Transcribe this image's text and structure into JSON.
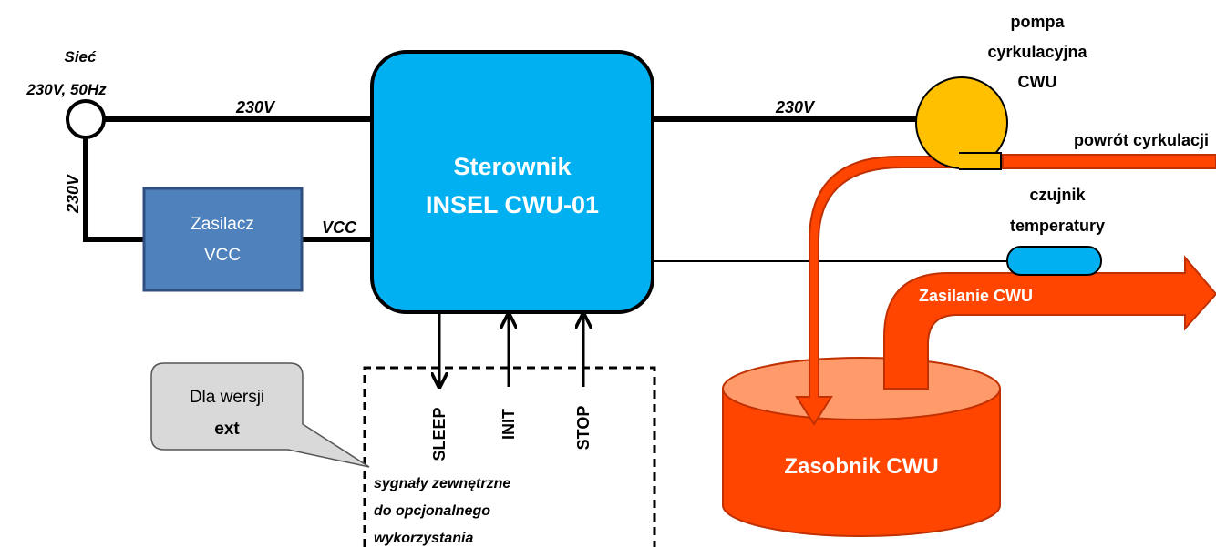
{
  "mains": {
    "title": "Sieć",
    "spec": "230V, 50Hz"
  },
  "lines": {
    "mains_to_controller": "230V",
    "mains_vertical": "230V",
    "controller_to_pump": "230V",
    "psu_to_controller": "VCC"
  },
  "psu": {
    "line1": "Zasilacz",
    "line2": "VCC"
  },
  "controller": {
    "line1": "Sterownik",
    "line2": "INSEL CWU-01"
  },
  "pump": {
    "line1": "pompa",
    "line2": "cyrkulacyjna",
    "line3": "CWU"
  },
  "return_pipe": "powrót cyrkulacji",
  "sensor": {
    "line1": "czujnik",
    "line2": "temperatury"
  },
  "supply_pipe": "Zasilanie CWU",
  "tank": "Zasobnik CWU",
  "signals": {
    "sleep": "SLEEP",
    "init": "INIT",
    "stop": "STOP"
  },
  "signals_note": {
    "line1": "sygnały zewnętrzne",
    "line2": "do opcjonalnego",
    "line3": "wykorzystania"
  },
  "callout": {
    "line1": "Dla wersji",
    "line2": "ext"
  },
  "colors": {
    "controller": "#00B0F0",
    "psu": "#4F81BD",
    "pump": "#FFC000",
    "pipe": "#FF4500",
    "tank_top": "#FF9A6B",
    "sensor": "#00B0F0",
    "callout": "#D9D9D9"
  }
}
